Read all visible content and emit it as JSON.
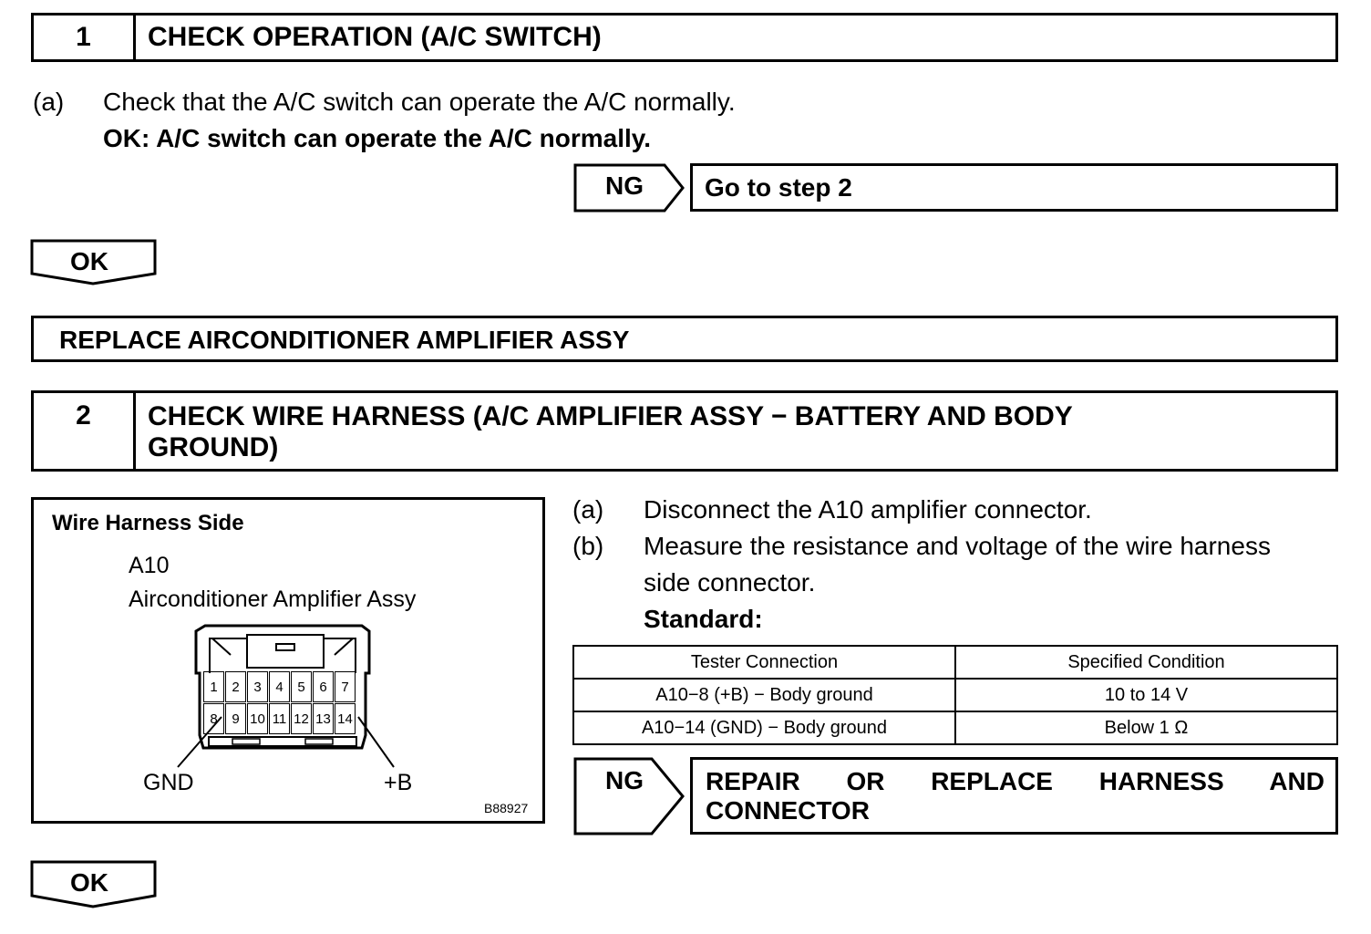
{
  "step1": {
    "number": "1",
    "title": "CHECK OPERATION (A/C SWITCH)",
    "item_a_marker": "(a)",
    "item_a_text": "Check that the A/C switch can operate the A/C normally.",
    "ok_text": "OK: A/C switch can operate the A/C normally.",
    "ng_label": "NG",
    "ng_result": "Go to step 2",
    "ok_label": "OK",
    "ok_result": "REPLACE AIRCONDITIONER AMPLIFIER ASSY"
  },
  "step2": {
    "number": "2",
    "title_line1": "CHECK WIRE HARNESS (A/C AMPLIFIER ASSY − BATTERY AND BODY",
    "title_line2": "GROUND)",
    "diagram": {
      "title": "Wire Harness Side",
      "connector_id": "A10",
      "connector_name": "Airconditioner Amplifier Assy",
      "pins_top": [
        "1",
        "2",
        "3",
        "4",
        "5",
        "6",
        "7"
      ],
      "pins_bottom": [
        "8",
        "9",
        "10",
        "11",
        "12",
        "13",
        "14"
      ],
      "label_left": "GND",
      "label_right": "+B",
      "figure_code": "B88927"
    },
    "item_a_marker": "(a)",
    "item_a_text": "Disconnect the A10 amplifier connector.",
    "item_b_marker": "(b)",
    "item_b_line1": "Measure the resistance and voltage of the wire harness",
    "item_b_line2": "side connector.",
    "standard_label": "Standard:",
    "table": {
      "headers": [
        "Tester Connection",
        "Specified Condition"
      ],
      "rows": [
        [
          "A10−8 (+B) − Body ground",
          "10 to 14 V"
        ],
        [
          "A10−14 (GND) − Body ground",
          "Below 1 Ω"
        ]
      ]
    },
    "ng_label": "NG",
    "ng_result_line1": "REPAIR OR REPLACE HARNESS AND",
    "ng_result_line2": "CONNECTOR",
    "ok_label": "OK"
  }
}
